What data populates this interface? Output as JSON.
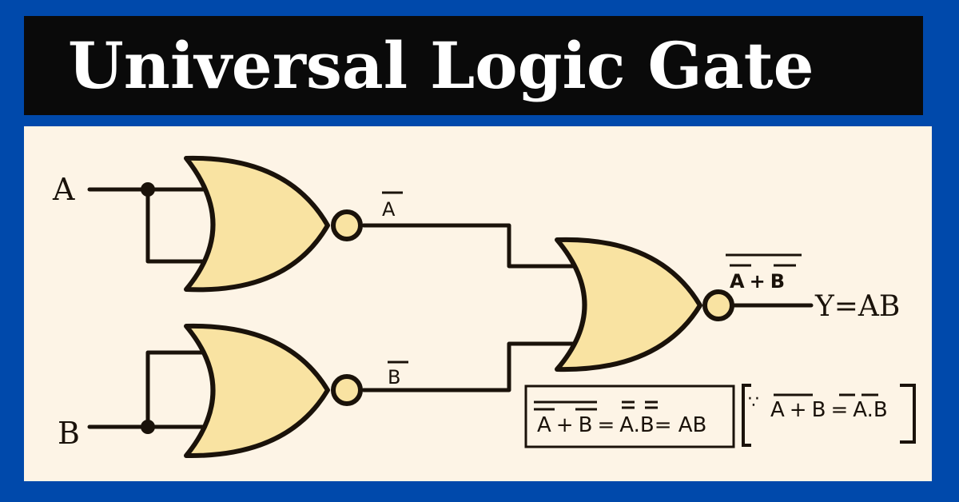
{
  "title": "Universal Logic Gate",
  "colors": {
    "background": "#0049ab",
    "title_box": "#0a0a0a",
    "panel": "#fdf4e6",
    "gate_fill": "#f9e3a2",
    "stroke": "#1a120a"
  },
  "diagram": {
    "inputs": {
      "a": "A",
      "b": "B"
    },
    "gate1_output": "A",
    "gate2_output": "B",
    "gate3_output_label": {
      "a": "A",
      "plus": "+",
      "b": "B"
    },
    "output": "Y=AB",
    "gates": [
      "NOR gate 1 (input A)",
      "NOR gate 2 (input B)",
      "NOR gate 3 (output)"
    ]
  },
  "equations": {
    "boxed": {
      "a": "A",
      "plus": "+",
      "b": "B",
      "eq1": "=",
      "a2": "A",
      "dot": ".",
      "b2": "B",
      "eq2": "= AB"
    },
    "bracket": {
      "because": "∵",
      "a": "A",
      "plus": "+",
      "b": "B",
      "eq": "=",
      "a2": "A",
      "dot": ".",
      "b2": "B"
    }
  }
}
